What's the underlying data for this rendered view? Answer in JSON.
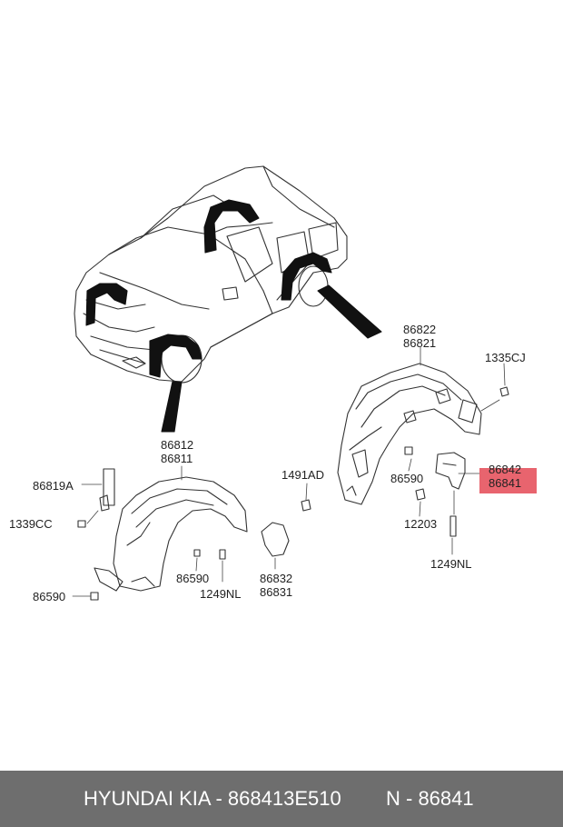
{
  "labels": {
    "p86822": "86822",
    "p86821": "86821",
    "p1335CJ": "1335CJ",
    "p86590_r": "86590",
    "p86842": "86842",
    "p86841": "86841",
    "p12203": "12203",
    "p1249NL_r": "1249NL",
    "p86812": "86812",
    "p86811": "86811",
    "p86819A": "86819A",
    "p1339CC": "1339CC",
    "p86590_bl": "86590",
    "p86590_l": "86590",
    "p1249NL_l": "1249NL",
    "p1491AD": "1491AD",
    "p86832": "86832",
    "p86831": "86831"
  },
  "highlight": {
    "part": "86841",
    "color": "#e8646e"
  },
  "footer": {
    "brand": "HYUNDAI  KIA - 868413E510",
    "ref": "N - 86841",
    "background": "#6e6e6e"
  }
}
